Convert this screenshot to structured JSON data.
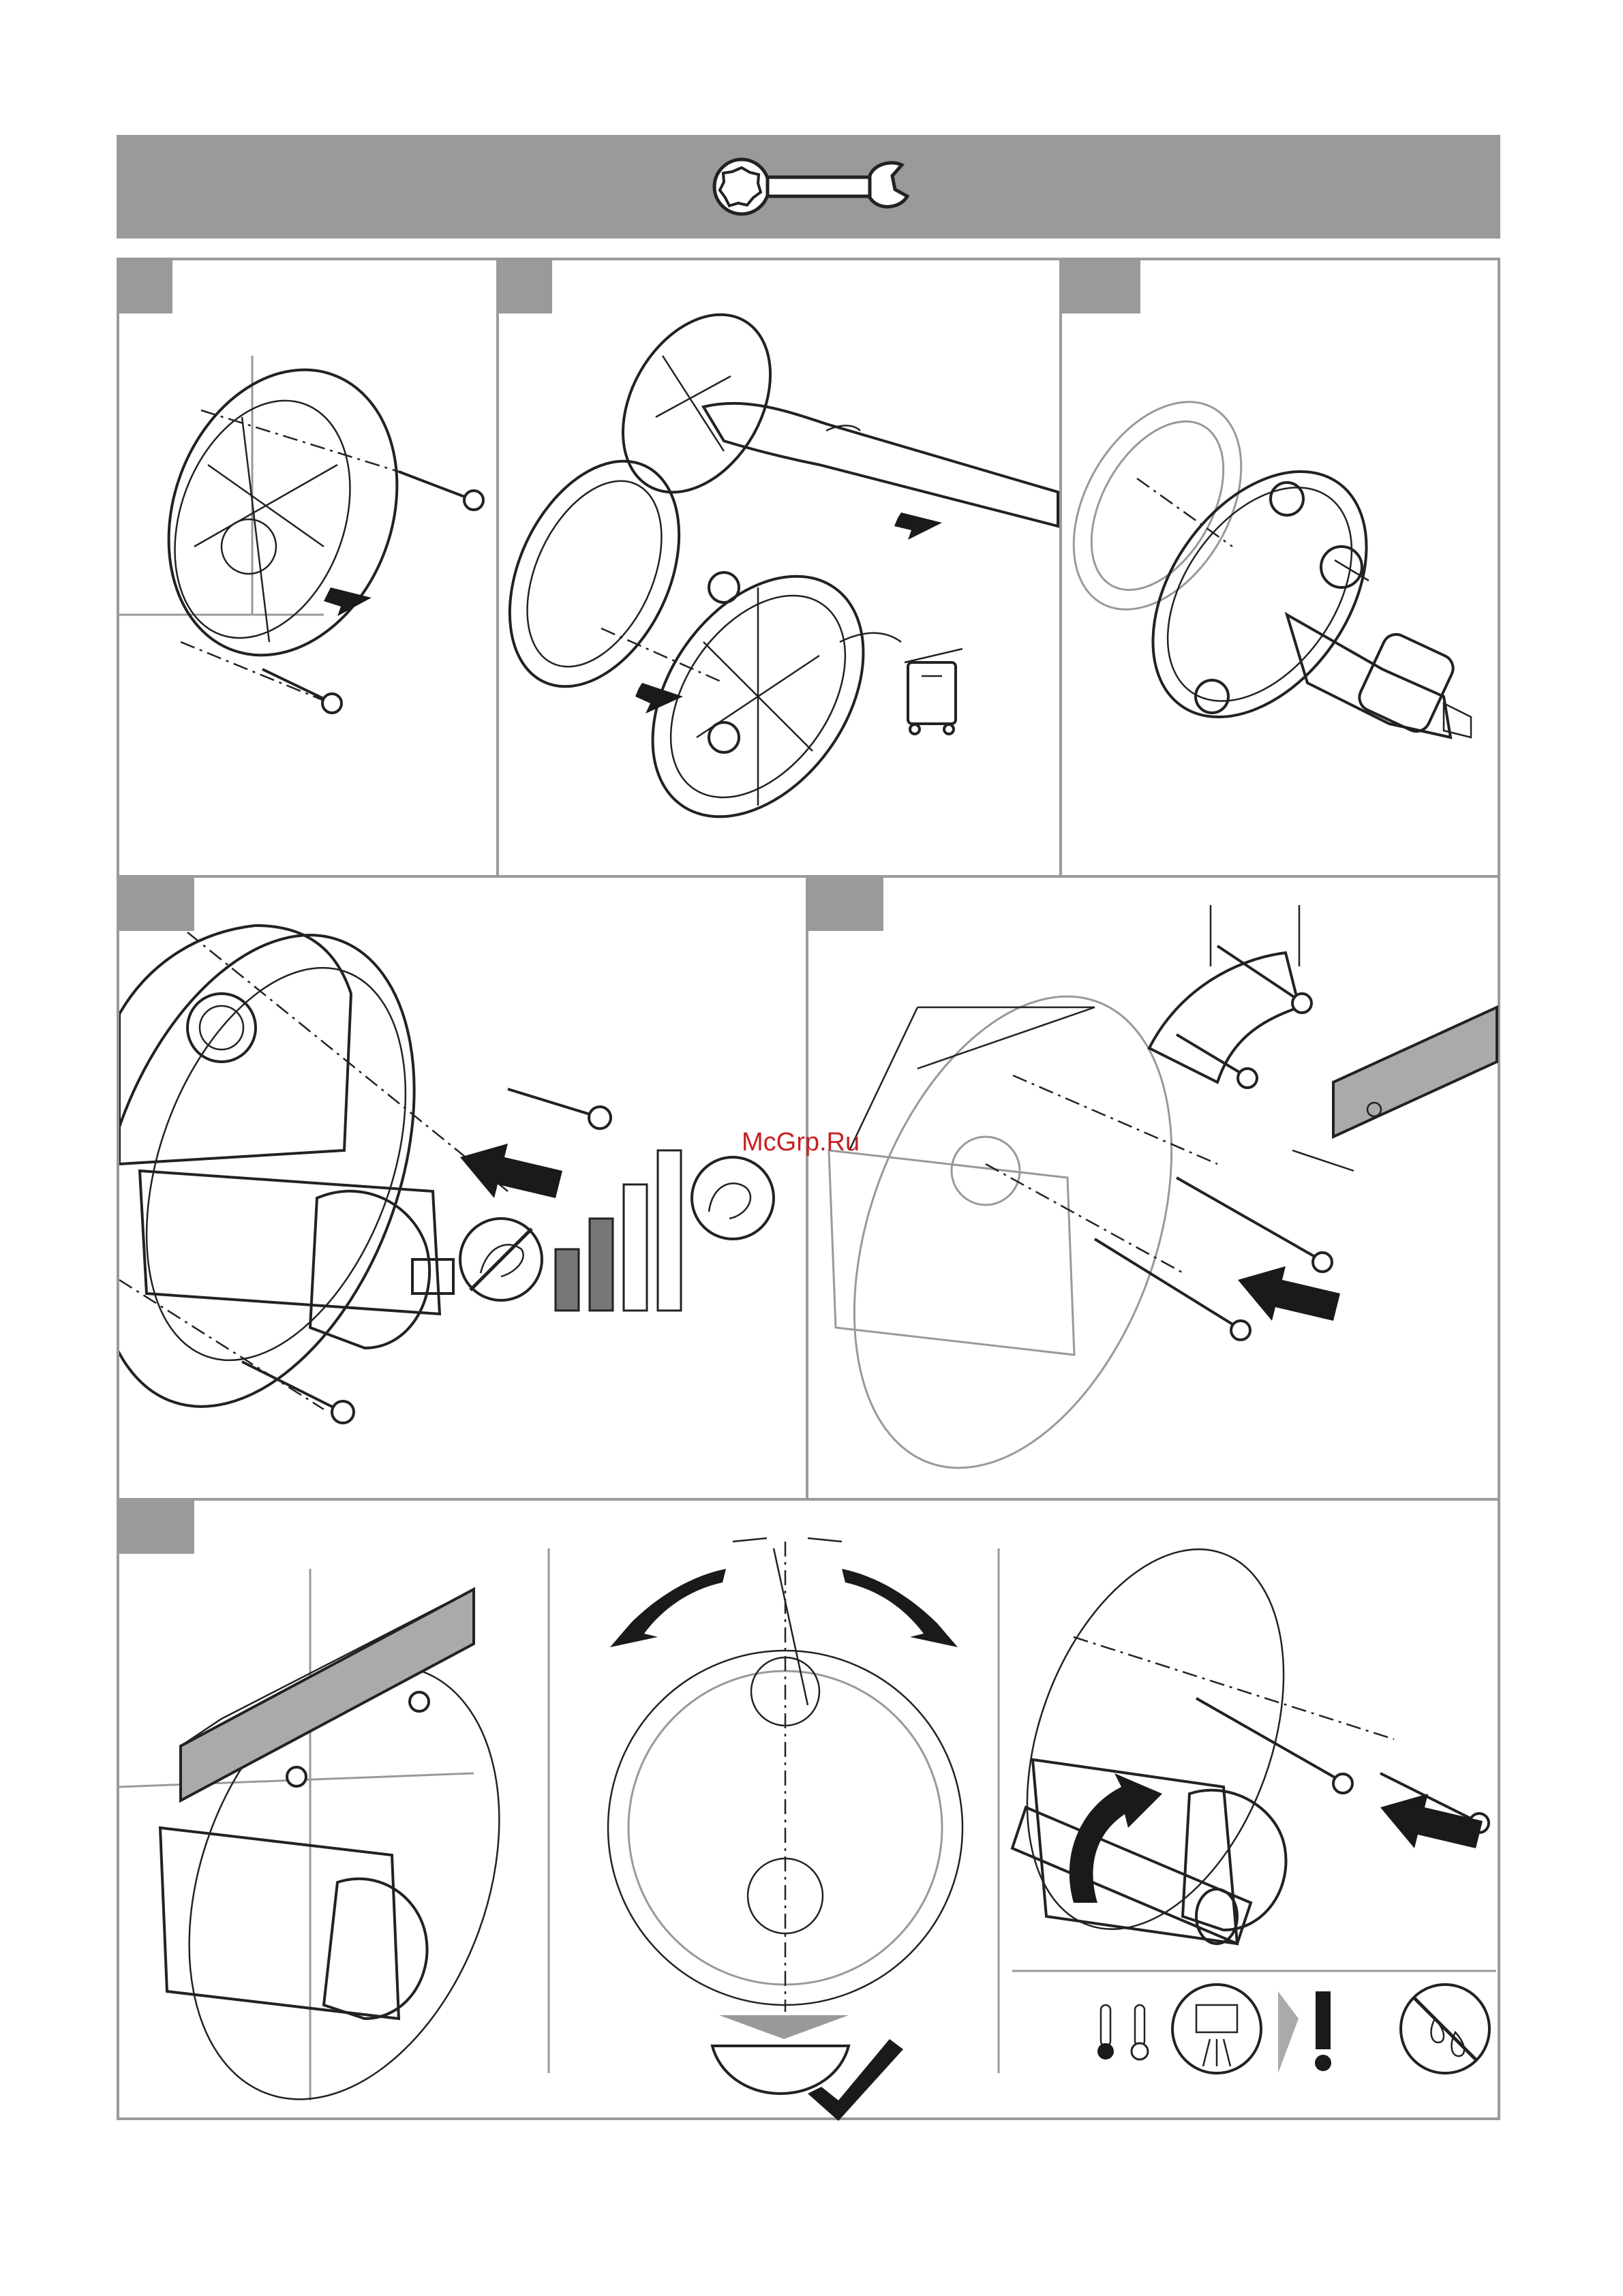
{
  "header": {
    "tool_icon": "combination-wrench-icon",
    "bar_color": "#9a9a9a"
  },
  "steps": [
    {
      "id": "step-1",
      "icons": [
        "screw-icon",
        "arrow-right-icon"
      ]
    },
    {
      "id": "step-2",
      "icons": [
        "pliers-icon",
        "arrow-right-icon",
        "recycle-bin-icon"
      ]
    },
    {
      "id": "step-3",
      "icons": [
        "motor-unit-icon"
      ]
    },
    {
      "id": "step-4",
      "icons": [
        "screw-icon",
        "arrow-left-icon",
        "no-excessive-force-icon",
        "torque-bars-icon",
        "moderate-force-icon"
      ]
    },
    {
      "id": "step-5",
      "icons": [
        "screw-icon",
        "spirit-level-icon",
        "arrow-left-icon"
      ]
    },
    {
      "id": "step-6",
      "icons": [
        "spirit-level-icon",
        "rotate-arrows-icon",
        "level-check-icon",
        "curved-arrow-icon",
        "screwdriver-icon",
        "temperature-icon",
        "no-cleaning-spray-icon",
        "caution-icon",
        "no-water-icon"
      ]
    }
  ],
  "watermark": "McGrp.Ru",
  "colors": {
    "panel_border": "#9a9a9a",
    "watermark": "#c62020"
  }
}
